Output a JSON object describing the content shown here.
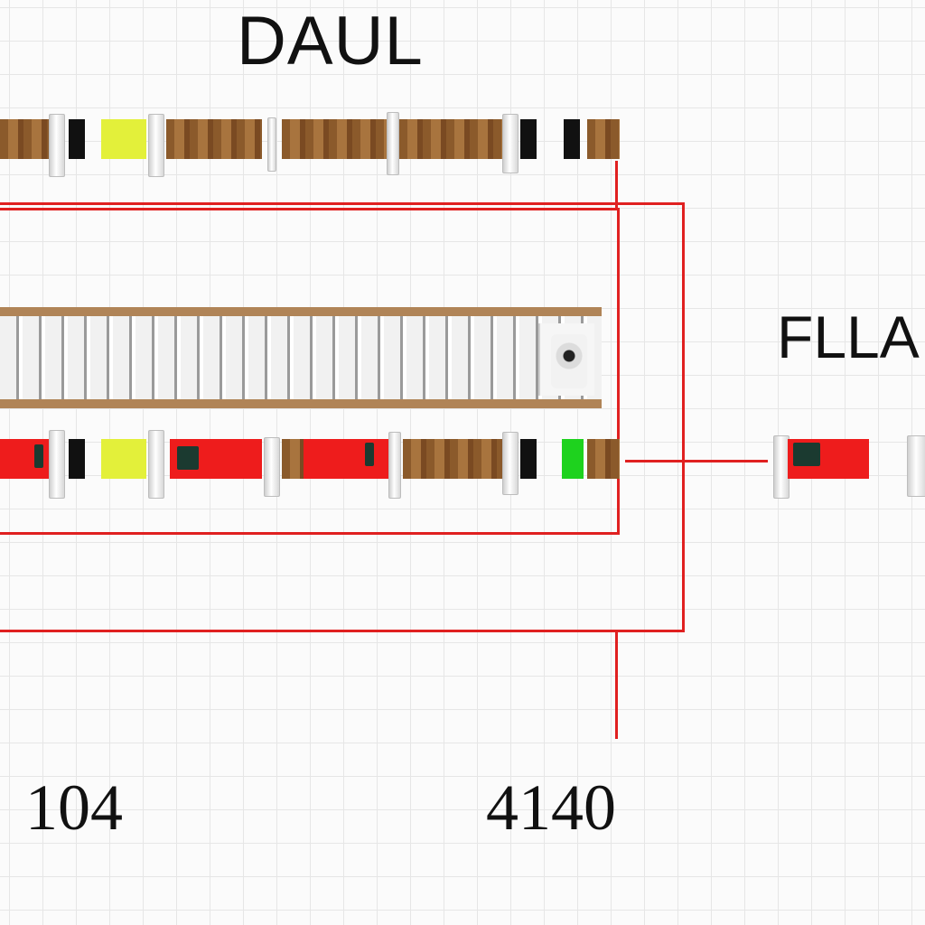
{
  "labels": {
    "top": "DAUL",
    "right": "FLLA",
    "bottom_left": "104",
    "bottom_right": "4140"
  },
  "colors": {
    "wire": "#e02020",
    "wood": "#8b5a2b",
    "red": "#ee1c1c",
    "yellow": "#e3f03a",
    "green": "#1ed21e",
    "black": "#111111"
  }
}
